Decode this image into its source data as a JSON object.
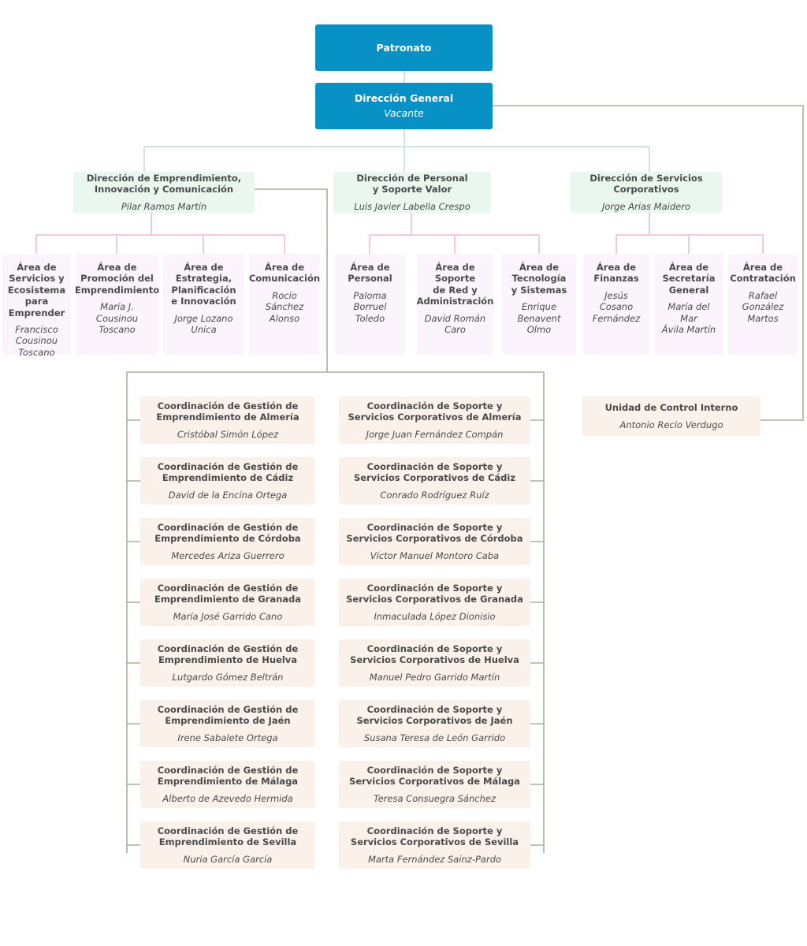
{
  "colors": {
    "root_box": "#0891c4",
    "direction_box": "#e9f7ee",
    "area_box": "#fbf4fd",
    "coordination_box": "#fbf1eb",
    "connector_green": "#cfe5d8",
    "connector_pink": "#f2c9e4",
    "connector_gray": "#b3aa9e",
    "text": "#4a4a4a",
    "root_text": "#ffffff"
  },
  "root": {
    "patronato": {
      "title": "Patronato",
      "person": ""
    },
    "direccion_general": {
      "title": "Dirección General",
      "person": "Vacante"
    }
  },
  "directions": [
    {
      "title_line1": "Dirección de Emprendimiento,",
      "title_line2": "Innovación y Comunicación",
      "person": "Pilar Ramos Martín"
    },
    {
      "title_line1": "Dirección de Personal",
      "title_line2": "y Soporte Valor",
      "person": "Luis Javier Labella Crespo"
    },
    {
      "title_line1": "Dirección de Servicios",
      "title_line2": "Corporativos",
      "person": "Jorge Arias Maidero"
    }
  ],
  "areas": [
    {
      "title": "Área de\nServicios y\nEcosistema\npara\nEmprender",
      "person": "Francisco\nCousinou\nToscano"
    },
    {
      "title": "Área de\nPromoción del\nEmprendimiento",
      "person": "María J. Cousinou\nToscano"
    },
    {
      "title": "Área de\nEstrategia,\nPlanificación\ne Innovación",
      "person": "Jorge Lozano\nUnica"
    },
    {
      "title": "Área de\nComunicación",
      "person": "Rocío Sánchez\nAlonso"
    },
    {
      "title": "Área de\nPersonal",
      "person": "Paloma Borruel\nToledo"
    },
    {
      "title": "Área de\nSoporte\nde Red y\nAdministración",
      "person": "David Román\nCaro"
    },
    {
      "title": "Área de\nTecnología\ny Sistemas",
      "person": "Enrique\nBenavent\nOlmo"
    },
    {
      "title": "Área de\nFinanzas",
      "person": "Jesús Cosano\nFernández"
    },
    {
      "title": "Área de\nSecretaría\nGeneral",
      "person": "María del Mar\nÁvila Martín"
    },
    {
      "title": "Área de\nContratación",
      "person": "Rafael\nGonzález\nMartos"
    }
  ],
  "coordinations_left": [
    {
      "title": "Coordinación de Gestión de\nEmprendimiento de Almería",
      "person": "Cristóbal Simón López"
    },
    {
      "title": "Coordinación de Gestión de\nEmprendimiento de Cádiz",
      "person": "David de la Encina Ortega"
    },
    {
      "title": "Coordinación de Gestión de\nEmprendimiento de Córdoba",
      "person": "Mercedes Ariza Guerrero"
    },
    {
      "title": "Coordinación de Gestión de\nEmprendimiento de Granada",
      "person": "María José Garrido Cano"
    },
    {
      "title": "Coordinación de Gestión de\nEmprendimiento de Huelva",
      "person": "Lutgardo Gómez Beltrán"
    },
    {
      "title": "Coordinación de Gestión de\nEmprendimiento de Jaén",
      "person": "Irene Sabalete Ortega"
    },
    {
      "title": "Coordinación de Gestión de\nEmprendimiento de Málaga",
      "person": "Alberto de Azevedo Hermida"
    },
    {
      "title": "Coordinación de Gestión de\nEmprendimiento de Sevilla",
      "person": "Nuria García García"
    }
  ],
  "coordinations_right": [
    {
      "title": "Coordinación de Soporte y\nServicios Corporativos de Almería",
      "person": "Jorge Juan Fernández Compán"
    },
    {
      "title": "Coordinación de Soporte y\nServicios Corporativos de Cádiz",
      "person": "Conrado Rodríguez Ruíz"
    },
    {
      "title": "Coordinación de Soporte y\nServicios Corporativos de Córdoba",
      "person": "Víctor Manuel Montoro Caba"
    },
    {
      "title": "Coordinación de Soporte y\nServicios Corporativos de Granada",
      "person": "Inmaculada López Dionisio"
    },
    {
      "title": "Coordinación de Soporte y\nServicios Corporativos de Huelva",
      "person": "Manuel Pedro Garrido Martín"
    },
    {
      "title": "Coordinación de Soporte y\nServicios Corporativos de Jaén",
      "person": "Susana Teresa de León Garrido"
    },
    {
      "title": "Coordinación de Soporte y\nServicios Corporativos de Málaga",
      "person": "Teresa Consuegra Sánchez"
    },
    {
      "title": "Coordinación de Soporte y\nServicios Corporativos de Sevilla",
      "person": "Marta Fernández Sainz-Pardo"
    }
  ],
  "control_unit": {
    "title": "Unidad de Control Interno",
    "person": "Antonio Recio Verdugo"
  }
}
